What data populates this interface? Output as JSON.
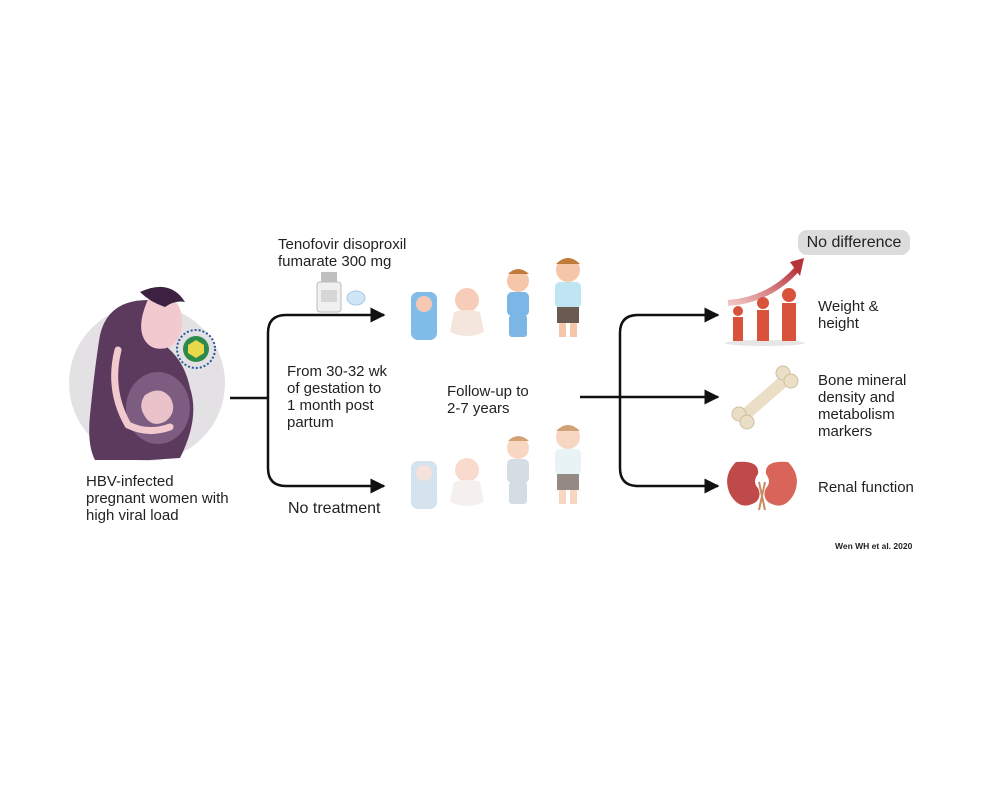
{
  "labels": {
    "mother": "HBV-infected\npregnant women with\nhigh viral load",
    "drug": "Tenofovir disoproxil\nfumarate 300 mg",
    "duration": "From 30-32 wk\nof gestation to\n1 month post\npartum",
    "no_treatment": "No treatment",
    "follow_up": "Follow-up to\n2-7 years",
    "no_difference": "No difference",
    "outcome_weight": "Weight &\nheight",
    "outcome_bone": "Bone mineral\ndensity and\nmetabolism\nmarkers",
    "outcome_renal": "Renal function",
    "credit": "Wen WH et al. 2020"
  },
  "colors": {
    "circle_bg": "#e3e1e4",
    "mother_purple": "#5b3a5d",
    "virus_green": "#2e8a4a",
    "virus_blue": "#2a5a9c",
    "arrow_red": "#b5343a",
    "bone": "#eadfc6",
    "kidney": "#c04a4a",
    "people": "#d9523c"
  }
}
